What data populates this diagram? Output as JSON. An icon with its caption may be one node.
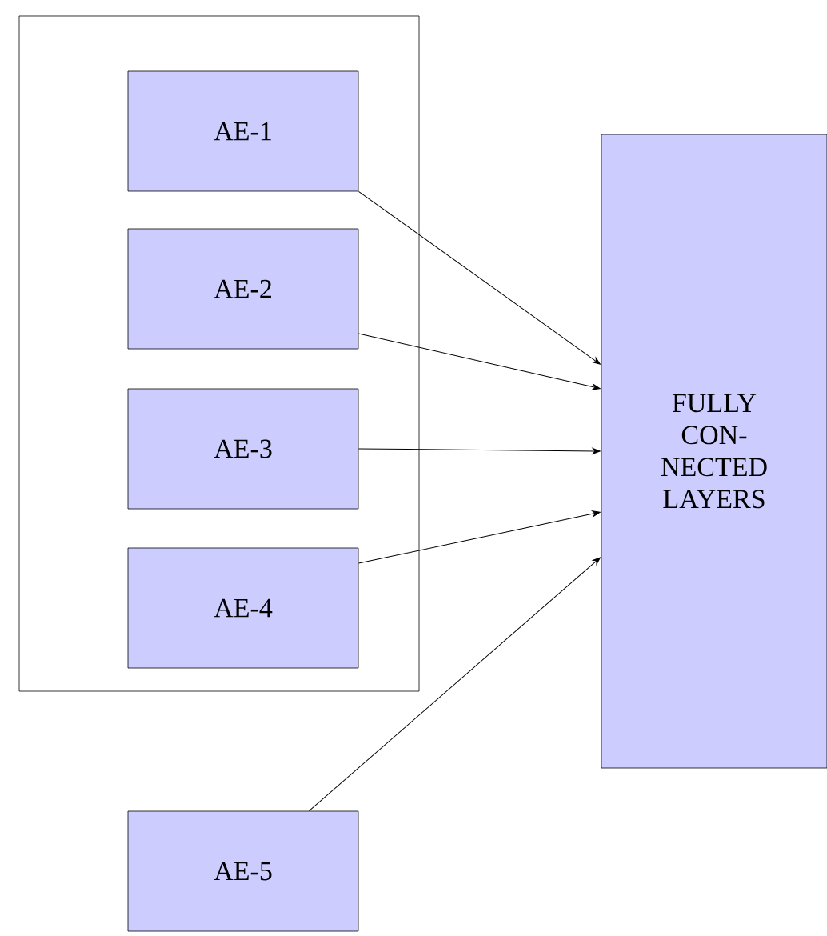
{
  "diagram": {
    "nodes": [
      {
        "text": [],
        "shape": "box"
      },
      {
        "text": [
          "AE-1"
        ],
        "in": 0
      },
      {
        "text": [
          "AE-2"
        ],
        "in": 0
      },
      {
        "text": [
          "AE-3"
        ],
        "in": 0
      },
      {
        "text": [
          "AE-4"
        ],
        "in": 0
      },
      {
        "text": [
          "AE-5"
        ]
      },
      {
        "text": [
          "FULLY CON- NECTED LAYERS"
        ]
      }
    ],
    "edges": [
      {
        "from": 1,
        "to": 6,
        "arrow": "to"
      },
      {
        "from": 2,
        "to": 6,
        "arrow": "to"
      },
      {
        "from": 3,
        "to": 6,
        "arrow": "to"
      },
      {
        "from": 4,
        "to": 6,
        "arrow": "to"
      },
      {
        "from": 5,
        "to": 6,
        "arrow": "to"
      }
    ]
  }
}
